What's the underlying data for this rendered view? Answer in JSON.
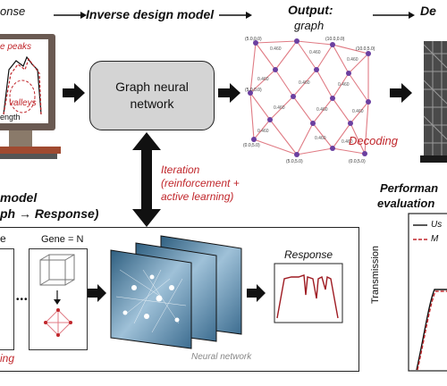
{
  "header": {
    "response_fragment": "onse",
    "inverse_design_label": "Inverse design model",
    "output_label": "Output:",
    "output_sub": "graph",
    "decoding_fragment": "De"
  },
  "monitor": {
    "peaks_label": "e peaks",
    "valleys_label": "valleys",
    "length_label": "ength"
  },
  "gnn": {
    "label": "Graph neural network"
  },
  "graph": {
    "decoding_label": "Decoding",
    "node_labels": [
      "(5.0,0.0)",
      "(10.0,0.0)",
      "(5.0,0.0)",
      "(10.0,5.0)",
      "(0.0,5.0)",
      "(5.0,5.0)",
      "(0.0,5.0)"
    ],
    "edge_labels": [
      "0.460",
      "0.460",
      "0.460",
      "0.460",
      "0.460",
      "0.460",
      "0.460",
      "0.460",
      "0.460",
      "0.460",
      "0.460",
      "0.460"
    ]
  },
  "iteration": {
    "line1": "Iteration",
    "line2": "(reinforcement +",
    "line3": "active learning)"
  },
  "forward": {
    "title_line1": "model",
    "title_line2": "ph → Response)",
    "gene_e": "e",
    "gene_n": "Gene = N",
    "dots": "•••",
    "ing_fragment": "ing",
    "response_label": "Response",
    "nn_caption": "Neural network"
  },
  "performance": {
    "title_line1": "Performan",
    "title_line2": "evaluation",
    "ylabel": "Transmission",
    "legend_1": "Us",
    "legend_2": "M"
  },
  "colors": {
    "accent_red": "#c0262b",
    "box_gray": "#d4d4d4",
    "node_purple": "#6b3fa0"
  }
}
